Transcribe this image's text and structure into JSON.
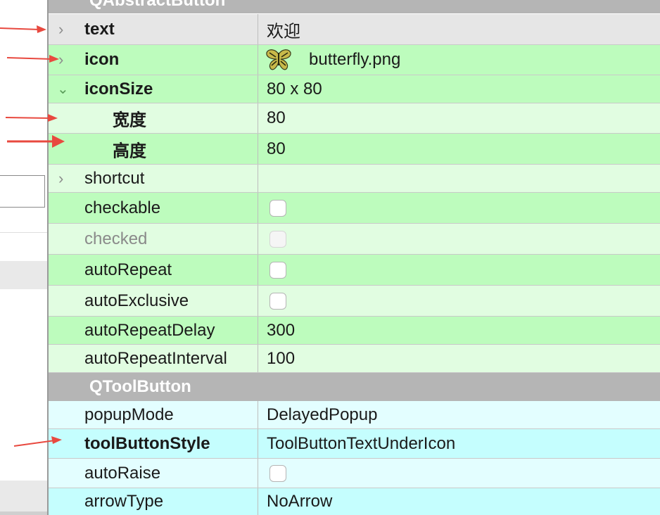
{
  "groups": {
    "abstract_button": "QAbstractButton",
    "tool_button": "QToolButton"
  },
  "rows": {
    "text": {
      "name": "text",
      "value": "欢迎"
    },
    "icon": {
      "name": "icon",
      "value": "butterfly.png",
      "icon": "butterfly-image-icon"
    },
    "iconSize": {
      "name": "iconSize",
      "value": "80 x 80"
    },
    "width": {
      "name": "宽度",
      "value": "80"
    },
    "height": {
      "name": "高度",
      "value": "80"
    },
    "shortcut": {
      "name": "shortcut",
      "value": ""
    },
    "checkable": {
      "name": "checkable",
      "checked": false
    },
    "checked": {
      "name": "checked",
      "checked": false,
      "enabled": false
    },
    "autoRepeat": {
      "name": "autoRepeat",
      "checked": false
    },
    "autoExclusive": {
      "name": "autoExclusive",
      "checked": false
    },
    "autoRepeatDelay": {
      "name": "autoRepeatDelay",
      "value": "300"
    },
    "autoRepeatInterval": {
      "name": "autoRepeatInterval",
      "value": "100"
    },
    "popupMode": {
      "name": "popupMode",
      "value": "DelayedPopup"
    },
    "toolButtonStyle": {
      "name": "toolButtonStyle",
      "value": "ToolButtonTextUnderIcon"
    },
    "autoRaise": {
      "name": "autoRaise",
      "checked": false
    },
    "arrowType": {
      "name": "arrowType",
      "value": "NoArrow"
    }
  },
  "colors": {
    "green_row": "#bdfcbd",
    "green_row_alt": "#e1fde1",
    "cyan_row": "#c5fefe",
    "cyan_row_alt": "#e3feff",
    "group_header": "#b5b5b5",
    "annotation_arrow": "#e8493f"
  }
}
